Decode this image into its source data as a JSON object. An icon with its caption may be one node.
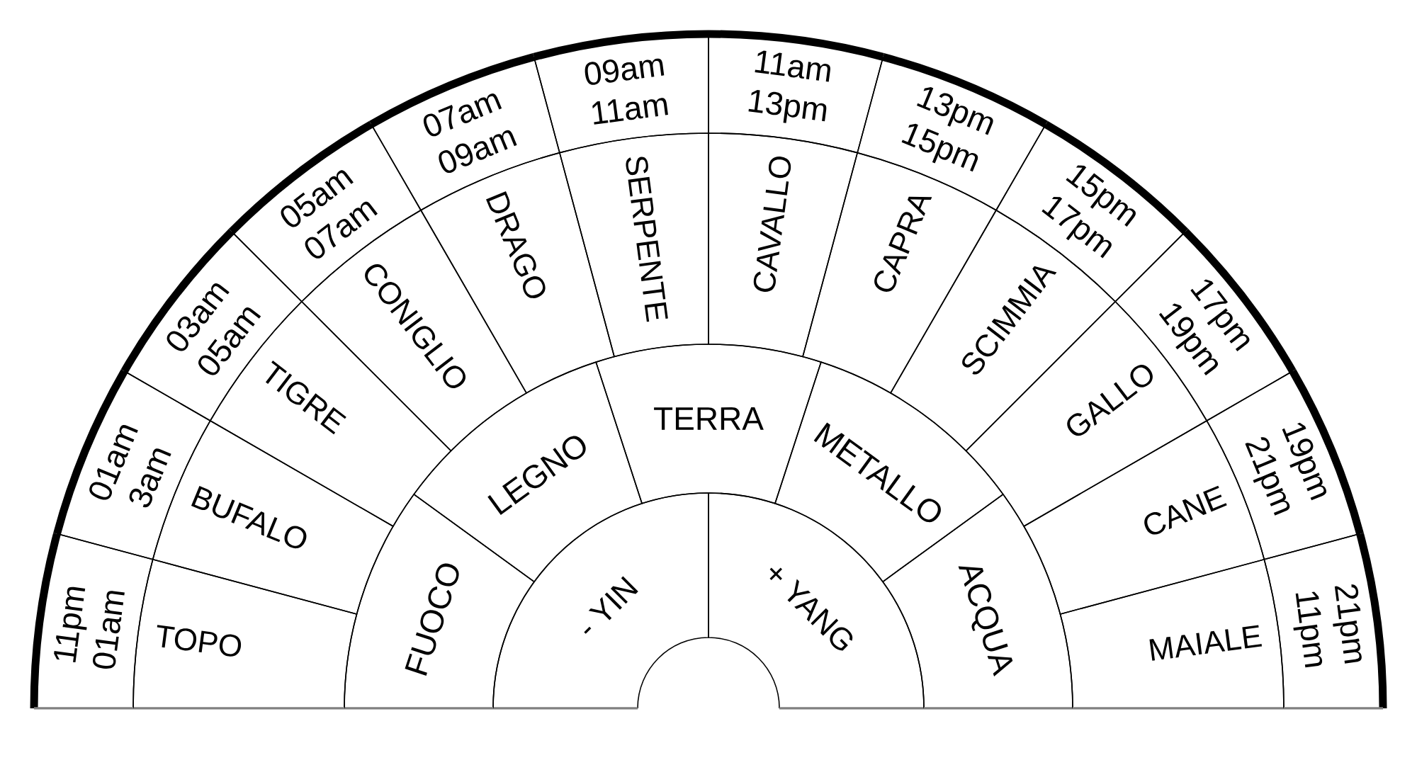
{
  "diagram": {
    "nodes": [
      {
        "text": [
          "- YIN"
        ]
      },
      {
        "text": [
          "+ YANG"
        ]
      },
      {
        "text": [
          "FUOCO"
        ]
      },
      {
        "text": [
          "LEGNO"
        ]
      },
      {
        "text": [
          "TERRA"
        ]
      },
      {
        "text": [
          "METALLO"
        ]
      },
      {
        "text": [
          "ACQUA"
        ]
      },
      {
        "text": [
          "TOPO"
        ]
      },
      {
        "text": [
          "BUFALO"
        ]
      },
      {
        "text": [
          "TIGRE"
        ]
      },
      {
        "text": [
          "CONIGLIO"
        ]
      },
      {
        "text": [
          "DRAGO"
        ]
      },
      {
        "text": [
          "SERPENTE"
        ]
      },
      {
        "text": [
          "CAVALLO"
        ]
      },
      {
        "text": [
          "CAPRA"
        ]
      },
      {
        "text": [
          "SCIMMIA"
        ]
      },
      {
        "text": [
          "GALLO"
        ]
      },
      {
        "text": [
          "CANE"
        ]
      },
      {
        "text": [
          "MAIALE"
        ]
      },
      {
        "text": [
          "11pm 01am"
        ]
      },
      {
        "text": [
          "01am 3am"
        ]
      },
      {
        "text": [
          "03am 05am"
        ]
      },
      {
        "text": [
          "05am 07am"
        ]
      },
      {
        "text": [
          "07am 09am"
        ]
      },
      {
        "text": [
          "09am 11am"
        ]
      },
      {
        "text": [
          "11am 13pm"
        ]
      },
      {
        "text": [
          "13pm 15pm"
        ]
      },
      {
        "text": [
          "15pm 17pm"
        ]
      },
      {
        "text": [
          "17pm 19pm"
        ]
      },
      {
        "text": [
          "19pm 21pm"
        ]
      },
      {
        "text": [
          "21pm 11pm"
        ]
      }
    ]
  }
}
